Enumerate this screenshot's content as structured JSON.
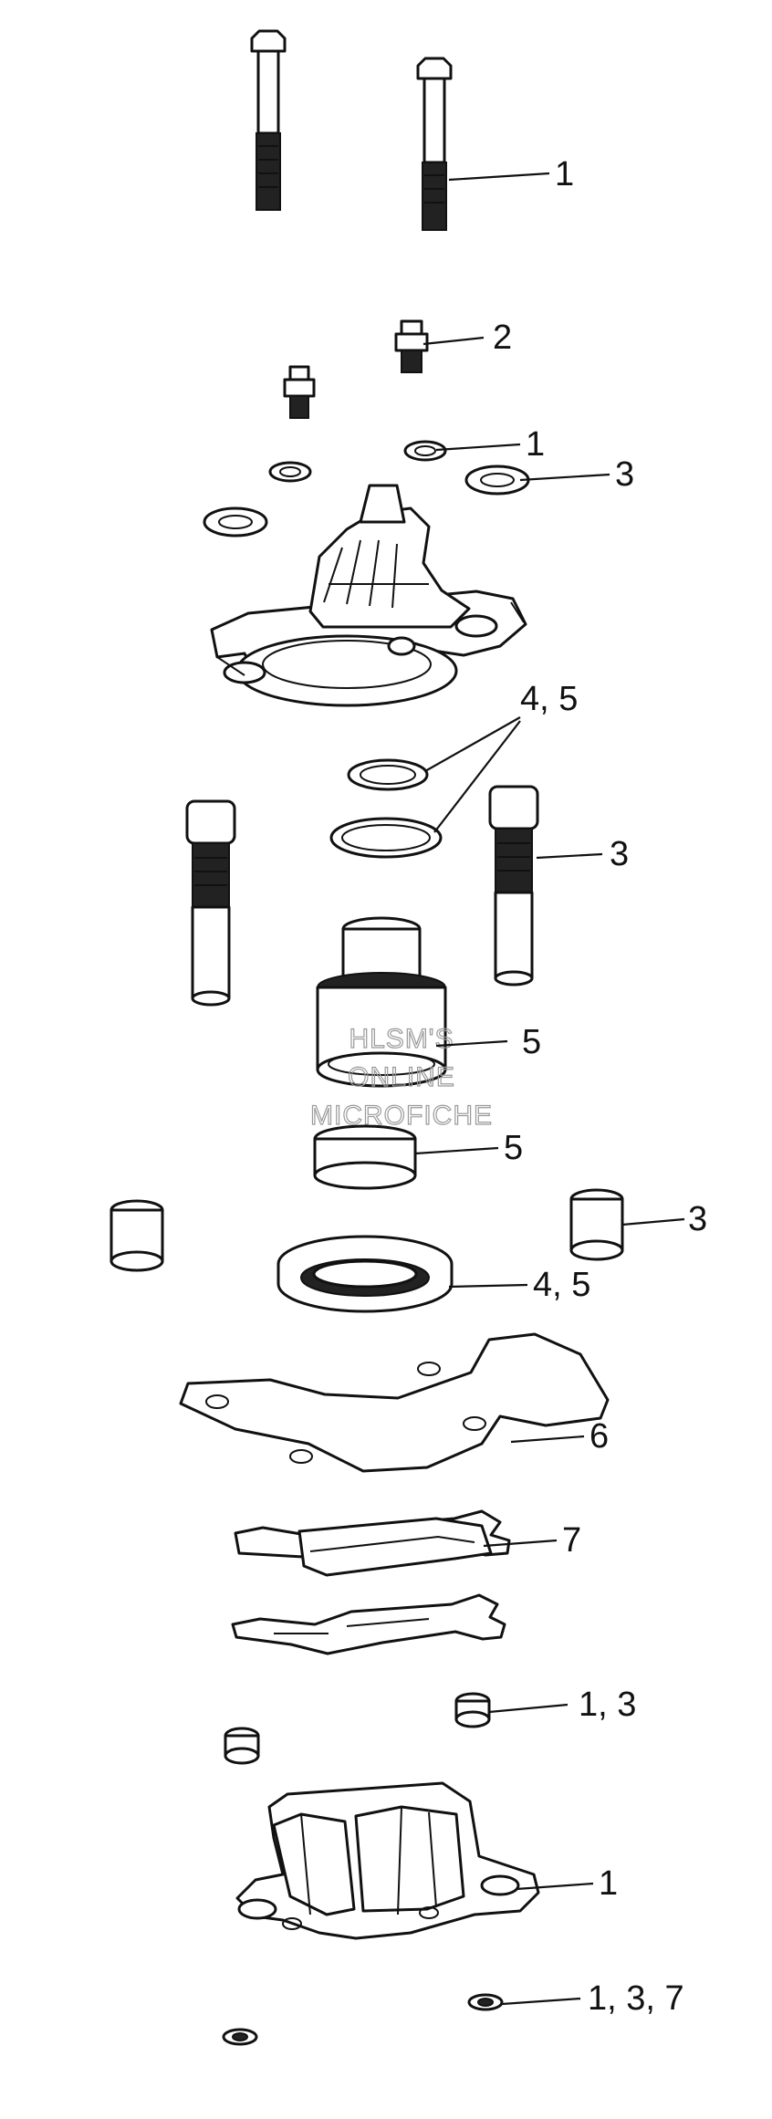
{
  "callouts": [
    {
      "id": "c1",
      "text": "1"
    },
    {
      "id": "c2",
      "text": "2"
    },
    {
      "id": "c3",
      "text": "1"
    },
    {
      "id": "c4",
      "text": "3"
    },
    {
      "id": "c5",
      "text": "4, 5"
    },
    {
      "id": "c6",
      "text": "3"
    },
    {
      "id": "c7",
      "text": "5"
    },
    {
      "id": "c8",
      "text": "5"
    },
    {
      "id": "c9",
      "text": "3"
    },
    {
      "id": "c10",
      "text": "4, 5"
    },
    {
      "id": "c11",
      "text": "6"
    },
    {
      "id": "c12",
      "text": "7"
    },
    {
      "id": "c13",
      "text": "1, 3"
    },
    {
      "id": "c14",
      "text": "1"
    },
    {
      "id": "c15",
      "text": "1, 3, 7"
    }
  ],
  "watermark": {
    "line1": "HLSM'S",
    "line2": "ONLINE",
    "line3": "MICROFICHE"
  }
}
